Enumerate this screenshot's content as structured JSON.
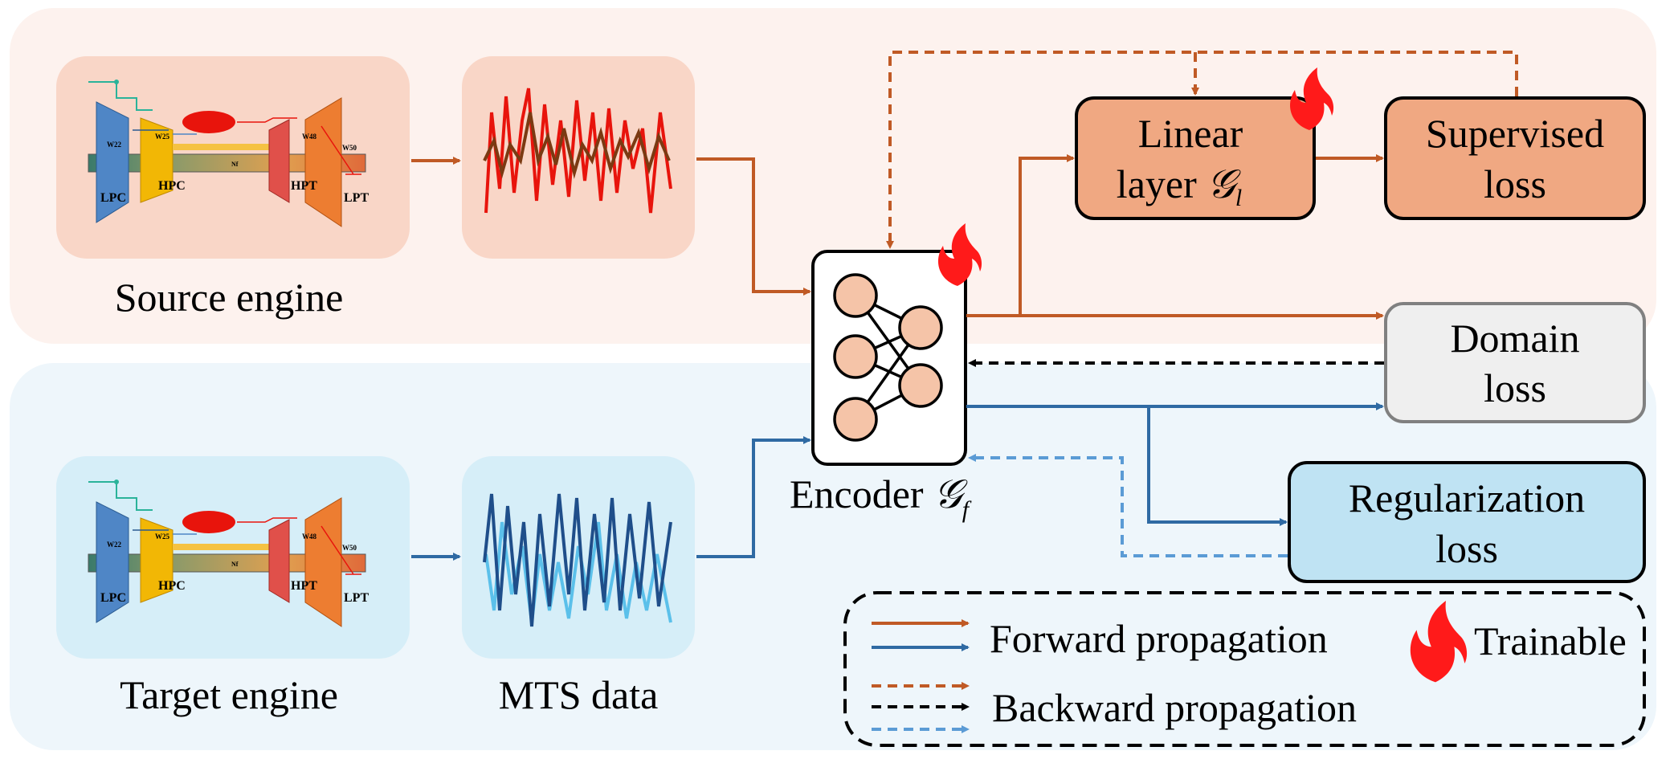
{
  "regions": {
    "source": {
      "label": "Source engine"
    },
    "target": {
      "label": "Target engine",
      "data_label": "MTS data"
    }
  },
  "engine_parts": {
    "lpc": "LPC",
    "hpc": "HPC",
    "hpt": "HPT",
    "lpt": "LPT",
    "w22": "W22",
    "w25": "W25",
    "w48": "W48",
    "w50": "W50",
    "nf": "Nf"
  },
  "encoder": {
    "label": "Encoder",
    "symbol": "𝒢",
    "sub": "f"
  },
  "boxes": {
    "linear": {
      "line1": "Linear",
      "line2": "layer",
      "symbol": "𝒢",
      "sub": "l"
    },
    "supervised": {
      "line1": "Supervised",
      "line2": "loss"
    },
    "domain": {
      "line1": "Domain",
      "line2": "loss"
    },
    "regularization": {
      "line1": "Regularization",
      "line2": "loss"
    }
  },
  "legend": {
    "forward": "Forward propagation",
    "backward": "Backward propagation",
    "trainable": "Trainable"
  },
  "colors": {
    "source_bg": "#fdf2ee",
    "target_bg": "#eef6fb",
    "source_panel": "#f9d6c7",
    "target_panel": "#d6eef8",
    "orange_arrow": "#c05a25",
    "blue_arrow": "#2f6aa3",
    "light_blue_arrow": "#5b9bd5",
    "black_arrow": "#000000",
    "linear_fill": "#f0a882",
    "domain_fill": "#efefef",
    "regularization_fill": "#bfe3f3",
    "neuron_fill": "#f5c4a8",
    "flame": "#ff1a1a"
  },
  "icons": [
    "fire-icon",
    "turbofan-engine-icon",
    "neural-network-icon",
    "time-series-icon"
  ]
}
